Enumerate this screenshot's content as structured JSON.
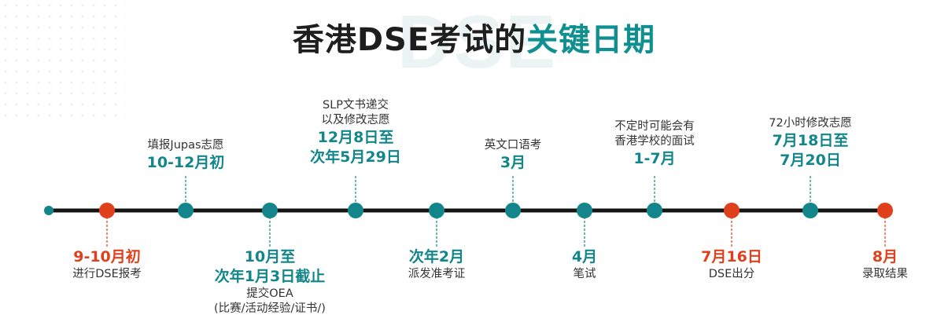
{
  "title": {
    "part1": "香港DSE考试的",
    "part2": "关键日期"
  },
  "watermark": "DSE",
  "colors": {
    "teal": "#12868a",
    "red": "#e0401c",
    "line": "#141414"
  },
  "events": [
    {
      "date": "9-10月初",
      "desc": [
        "进行DSE报考"
      ],
      "color": "red",
      "side": "below"
    },
    {
      "date": "10-12月初",
      "desc": [
        "填报Jupas志愿"
      ],
      "color": "teal",
      "side": "above"
    },
    {
      "date": "10月至\n次年1月3日截止",
      "desc": [
        "提交OEA",
        "(比赛/活动经验/证书/)"
      ],
      "color": "teal",
      "side": "below"
    },
    {
      "date": "12月8日至\n次年5月29日",
      "desc": [
        "SLP文书递交",
        "以及修改志愿"
      ],
      "color": "teal",
      "side": "above"
    },
    {
      "date": "次年2月",
      "desc": [
        "派发准考证"
      ],
      "color": "teal",
      "side": "below"
    },
    {
      "date": "3月",
      "desc": [
        "英文口语考"
      ],
      "color": "teal",
      "side": "above"
    },
    {
      "date": "4月",
      "desc": [
        "笔试"
      ],
      "color": "teal",
      "side": "below"
    },
    {
      "date": "1-7月",
      "desc": [
        "不定时可能会有",
        "香港学校的面试"
      ],
      "color": "teal",
      "side": "above"
    },
    {
      "date": "7月16日",
      "desc": [
        "DSE出分"
      ],
      "color": "red",
      "side": "below"
    },
    {
      "date": "7月18日至\n7月20日",
      "desc": [
        "72小时修改志愿"
      ],
      "color": "teal",
      "side": "above"
    },
    {
      "date": "8月",
      "desc": [
        "录取结果"
      ],
      "color": "red",
      "side": "below"
    }
  ]
}
